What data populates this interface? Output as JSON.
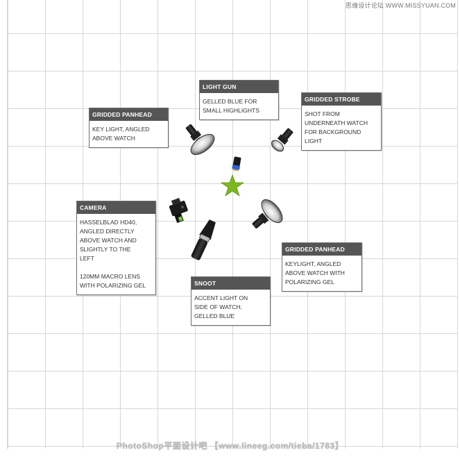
{
  "watermark_top": "思缘设计论坛 WWW.MISSYUAN.COM",
  "watermark_bottom": "PhotoShop平面设计吧 【www.lineeg.com/tieba/1783】",
  "colors": {
    "star": "#7bb81e",
    "header": "#555555",
    "grid": "#d6d6d6"
  },
  "labels": [
    {
      "title": "LIGHT GUN",
      "body": "GELLED BLUE FOR\nSMALL HIGHLIGHTS"
    },
    {
      "title": "GRIDDED STROBE",
      "body": "SHOT FROM\nUNDERNEATH WATCH\nFOR BACKGROUND\nLIGHT"
    },
    {
      "title": "GRIDDED PANHEAD",
      "body": "KEY LIGHT, ANGLED\nABOVE WATCH"
    },
    {
      "title": "CAMERA",
      "body": "HASSELBLAD HD40,\nANGLED DIRECTLY\nABOVE WATCH AND\nSLIGHTLY TO THE\nLEFT\n\n120MM MACRO LENS\nWITH POLARIZING GEL"
    },
    {
      "title": "GRIDDED PANHEAD",
      "body": "KEYLIGHT, ANGLED\nABOVE WATCH WITH\nPOLARIZING GEL"
    },
    {
      "title": "SNOOT",
      "body": "ACCENT LIGHT ON\nSIDE OF WATCH,\nGELLED BLUE"
    }
  ],
  "icons": [
    "panhead-light-icon",
    "gridded-strobe-icon",
    "light-gun-icon",
    "camera-icon",
    "snoot-light-icon",
    "subject-star-icon"
  ]
}
